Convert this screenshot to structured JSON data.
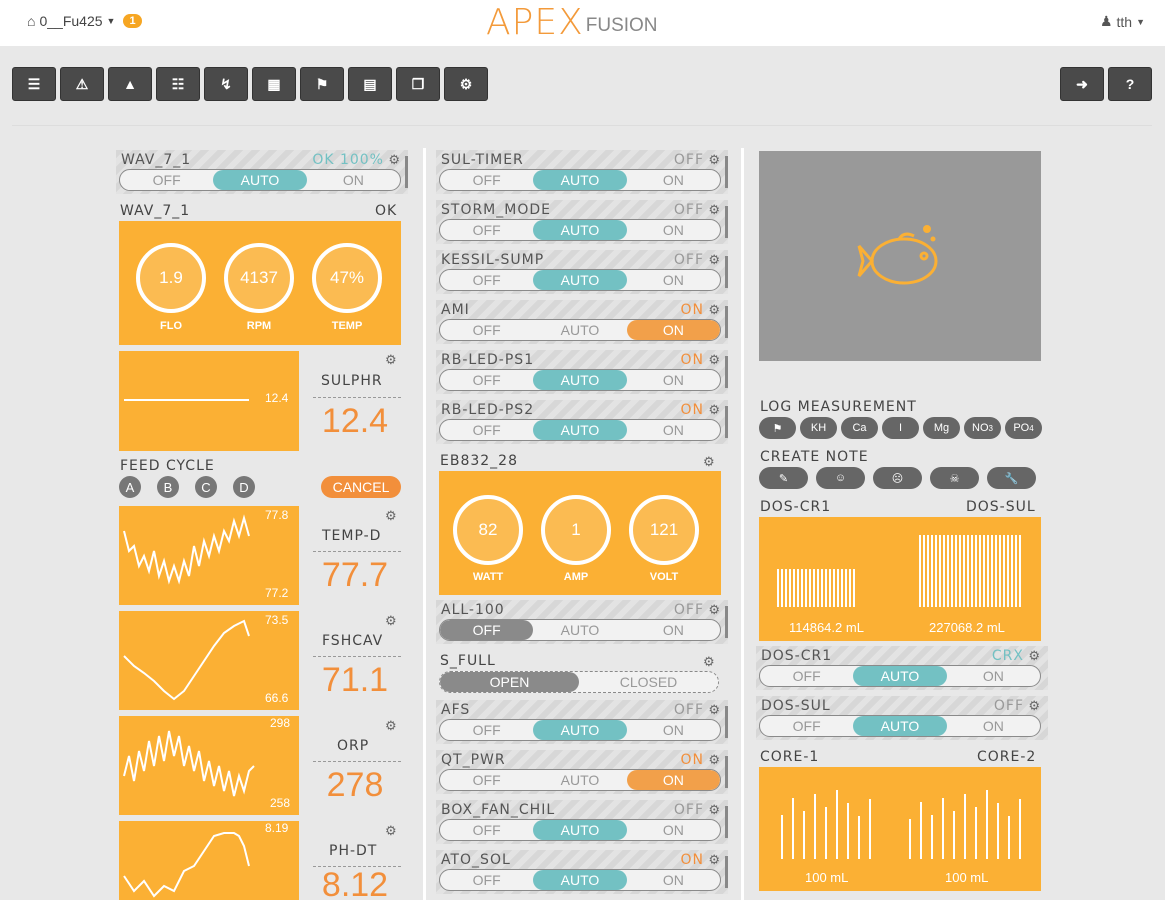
{
  "header": {
    "controller": "0__Fu425",
    "alert_count": "1",
    "logo_main": "APEX",
    "logo_sub": "FUSION",
    "user": "tth"
  },
  "toolbar": [
    "list-icon",
    "warning-icon",
    "chart-icon",
    "sliders-icon",
    "bolt-icon",
    "calendar-icon",
    "flask-icon",
    "notes-icon",
    "copy-icon",
    "gears-icon",
    "logout-icon",
    "help-icon"
  ],
  "col1": {
    "wav_outlet": {
      "name": "WAV_7_1",
      "status": "OK 100%",
      "off": "OFF",
      "auto": "AUTO",
      "on": "ON"
    },
    "wav_pump": {
      "name": "WAV_7_1",
      "status": "OK",
      "flo": "1.9",
      "rpm": "4137",
      "temp": "47%",
      "flo_label": "FLO",
      "rpm_label": "RPM",
      "temp_label": "TEMP"
    },
    "sulphr": {
      "name": "SULPHR",
      "value": "12.4",
      "graph_label": "12.4"
    },
    "feed": {
      "title": "FEED CYCLE",
      "a": "A",
      "b": "B",
      "c": "C",
      "d": "D",
      "cancel": "CANCEL"
    },
    "temp": {
      "name": "TEMP-D",
      "value": "77.7",
      "max": "77.8",
      "min": "77.2"
    },
    "fshcav": {
      "name": "FSHCAV",
      "value": "71.1",
      "max": "73.5",
      "min": "66.6"
    },
    "orp": {
      "name": "ORP",
      "value": "278",
      "max": "298",
      "min": "258"
    },
    "ph": {
      "name": "PH-DT",
      "value": "8.12",
      "max": "8.19"
    }
  },
  "col2": {
    "outlets": [
      {
        "name": "SUL-TIMER",
        "status": "OFF",
        "mode": "auto"
      },
      {
        "name": "STORM_MODE",
        "status": "OFF",
        "mode": "auto"
      },
      {
        "name": "KESSIL-SUMP",
        "status": "OFF",
        "mode": "auto"
      },
      {
        "name": "AMI",
        "status": "ON",
        "mode": "on"
      },
      {
        "name": "RB-LED-PS1",
        "status": "ON",
        "mode": "auto"
      },
      {
        "name": "RB-LED-PS2",
        "status": "ON",
        "mode": "auto"
      }
    ],
    "eb": {
      "name": "EB832_28",
      "watt": "82",
      "amp": "1",
      "volt": "121",
      "watt_label": "WATT",
      "amp_label": "AMP",
      "volt_label": "VOLT"
    },
    "all100": {
      "name": "ALL-100",
      "status": "OFF"
    },
    "sfull": {
      "name": "S_FULL",
      "open": "OPEN",
      "closed": "CLOSED"
    },
    "outlets2": [
      {
        "name": "AFS",
        "status": "OFF",
        "mode": "auto"
      },
      {
        "name": "QT_PWR",
        "status": "ON",
        "mode": "on"
      },
      {
        "name": "BOX_FAN_CHIL",
        "status": "OFF",
        "mode": "auto"
      },
      {
        "name": "ATO_SOL",
        "status": "ON",
        "mode": "auto"
      }
    ],
    "labels": {
      "off": "OFF",
      "auto": "AUTO",
      "on": "ON"
    }
  },
  "col3": {
    "log": {
      "title": "LOG MEASUREMENT",
      "kh": "KH",
      "ca": "Ca",
      "i": "I",
      "mg": "Mg",
      "no3": "NO",
      "no3_sub": "3",
      "po4": "PO",
      "po4_sub": "4"
    },
    "note": {
      "title": "CREATE NOTE"
    },
    "dos": {
      "left": "DOS-CR1",
      "right": "DOS-SUL",
      "left_val": "114864.2 mL",
      "right_val": "227068.2 mL"
    },
    "dos_cr1": {
      "name": "DOS-CR1",
      "status": "CRX"
    },
    "dos_sul": {
      "name": "DOS-SUL",
      "status": "OFF"
    },
    "core": {
      "left": "CORE-1",
      "right": "CORE-2",
      "left_val": "100 mL",
      "right_val": "100 mL"
    }
  },
  "colors": {
    "orange": "#fbb034",
    "teal": "#73c1c3",
    "on_orange": "#f2a04a",
    "value_orange": "#f28f3b"
  }
}
